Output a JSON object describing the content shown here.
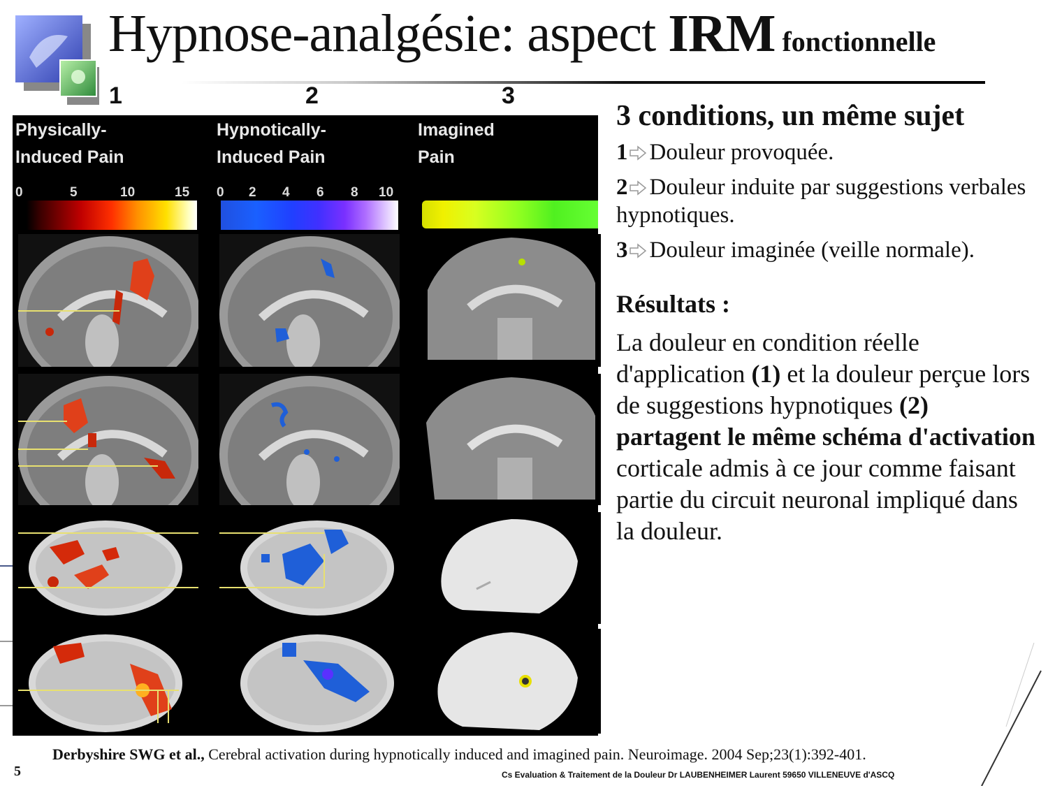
{
  "title": {
    "main": "Hypnose-analgésie: aspect ",
    "bold": "IRM",
    "suffix": " fonctionnelle"
  },
  "figure": {
    "column_numbers": [
      "1",
      "2",
      "3"
    ],
    "columns": [
      {
        "label_line1": "Physically-",
        "label_line2": "Induced Pain",
        "scale_ticks": [
          "0",
          "5",
          "10",
          "15"
        ]
      },
      {
        "label_line1": "Hypnotically-",
        "label_line2": "Induced Pain",
        "scale_ticks": [
          "0",
          "2",
          "4",
          "6",
          "8",
          "10"
        ]
      },
      {
        "label_line1": "Imagined",
        "label_line2": "Pain",
        "scale_ticks": []
      }
    ]
  },
  "heading": "3 conditions, un même sujet",
  "conditions": [
    {
      "num": "1",
      "text": "Douleur provoquée."
    },
    {
      "num": "2",
      "text": "Douleur induite par suggestions verbales hypnotiques."
    },
    {
      "num": "3",
      "text": "Douleur imaginée (veille normale)."
    }
  ],
  "results": {
    "heading": "Résultats :",
    "p1": " La douleur en condition réelle d'application ",
    "ref1": "(1)",
    "p2": " et la douleur perçue lors de suggestions hypnotiques ",
    "ref2": "(2)",
    "p3": " ",
    "bold": "partagent le même schéma d'activation",
    "p4": " corticale admis à ce jour comme faisant partie du circuit neuronal impliqué dans la douleur."
  },
  "citation": {
    "authors": "Derbyshire SWG et al.,",
    "text": " Cerebral activation during hypnotically induced and imagined pain. Neuroimage. 2004 Sep;23(1):392-401."
  },
  "page_number": "5",
  "footer": "Cs Evaluation & Traitement de la Douleur  Dr LAUBENHEIMER Laurent 59650 VILLENEUVE d'ASCQ",
  "colors": {
    "activation_red": "#d42a0a",
    "activation_blue": "#1f5fd8",
    "imagined_green": "#66ff33"
  }
}
